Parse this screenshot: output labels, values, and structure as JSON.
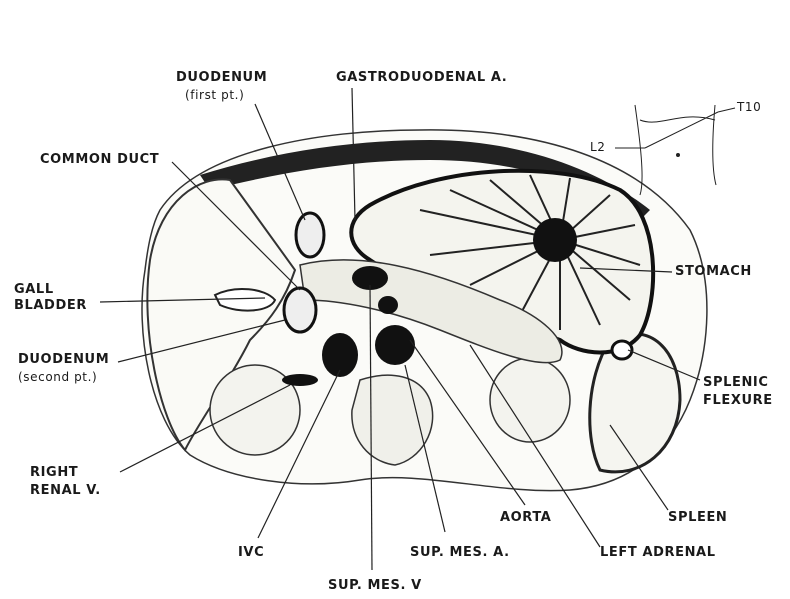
{
  "labels": {
    "duodenum_first": "DUODENUM",
    "duodenum_first_sub": "(first pt.)",
    "gastroduodenal": "GASTRODUODENAL A.",
    "common_duct": "COMMON DUCT",
    "gall_bladder_1": "GALL",
    "gall_bladder_2": "BLADDER",
    "duodenum_second": "DUODENUM",
    "duodenum_second_sub": "(second pt.)",
    "right_renal_1": "RIGHT",
    "right_renal_2": "RENAL V.",
    "ivc": "IVC",
    "sup_mes_v": "SUP. MES. V",
    "sup_mes_a": "SUP. MES. A.",
    "aorta": "AORTA",
    "left_adrenal": "LEFT ADRENAL",
    "spleen": "SPLEEN",
    "splenic_flexure_1": "SPLENIC",
    "splenic_flexure_2": "FLEXURE",
    "stomach": "STOMACH",
    "inset_l2": "L2",
    "inset_t10": "T10"
  }
}
